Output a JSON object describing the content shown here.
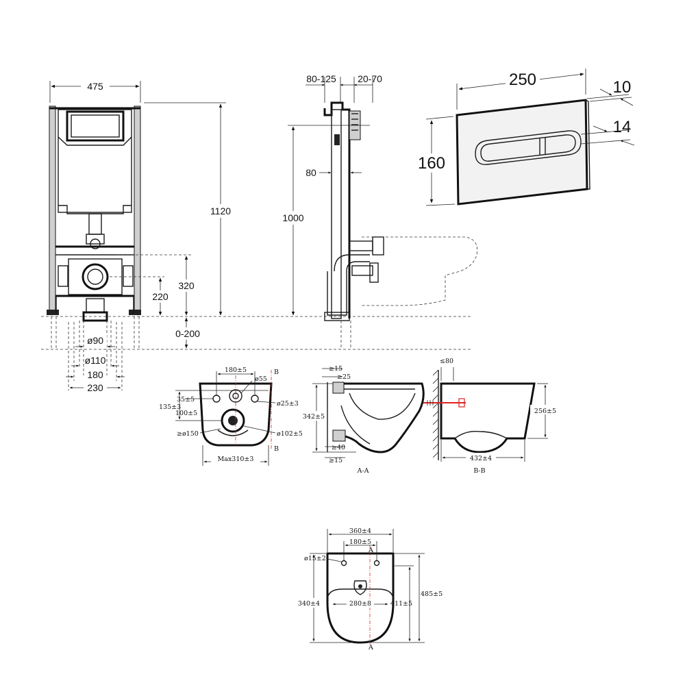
{
  "frame_front": {
    "width": "475",
    "height": "1120",
    "outlet_height": "320",
    "inlet_height": "220",
    "floor_range": "0-200",
    "pipe_d90": "ø90",
    "pipe_d110": "ø110",
    "spacing_180": "180",
    "spacing_230": "230"
  },
  "frame_side": {
    "depth_range_a": "80-125",
    "depth_range_b": "20-70",
    "offset": "80",
    "height": "1000"
  },
  "flush_plate": {
    "width": "250",
    "height": "160",
    "thickness_a": "10",
    "thickness_b": "14"
  },
  "bowl_back": {
    "mount_spacing": "180±5",
    "d55": "ø55",
    "d25": "ø25±3",
    "d102": "ø102±5",
    "d150": "≥ø150",
    "h135": "135±3",
    "h35": "35±5",
    "h100": "100±5",
    "max_width": "Max310±3",
    "section_top": "B",
    "section_bottom": "B"
  },
  "section_aa": {
    "top_gap": "≥15",
    "top_offset": "≥25",
    "height": "342±5",
    "bottom_offset": "≥40",
    "bottom_gap": "≥15",
    "label": "A-A"
  },
  "section_bb": {
    "wall_gap": "≤80",
    "height": "256±5",
    "length": "432±4",
    "label": "B-B"
  },
  "bowl_top": {
    "width": "360±4",
    "mount_spacing": "180±5",
    "hole_d": "ø15±2",
    "depth_340": "340±4",
    "seat_width": "280±8",
    "length": "485±5",
    "depth_411": "411±5",
    "section_top": "A",
    "section_bottom": "A"
  }
}
